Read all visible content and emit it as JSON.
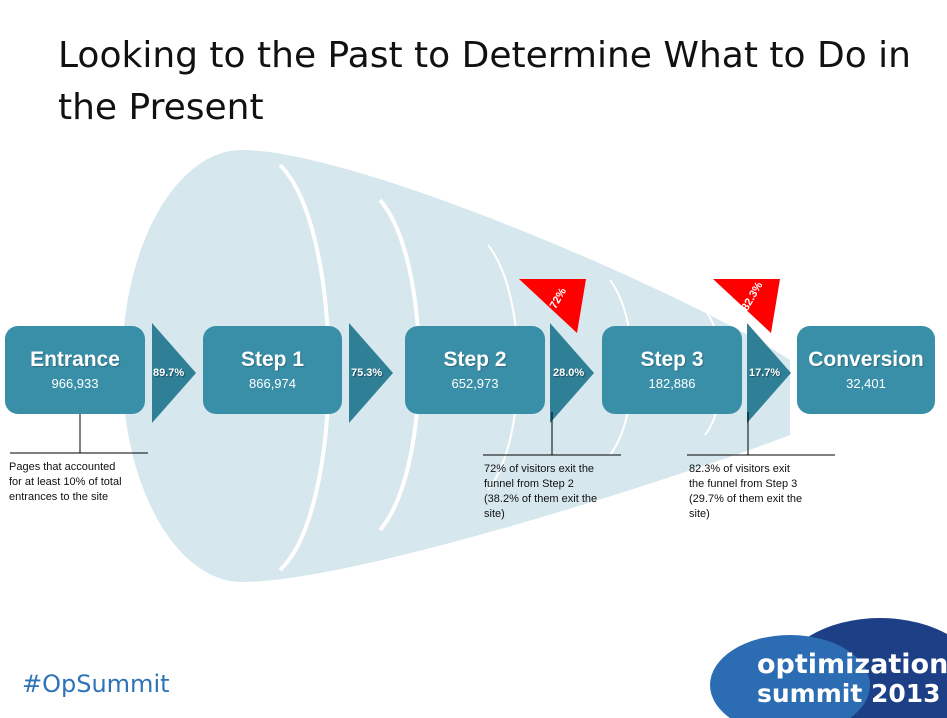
{
  "slide": {
    "title": "Looking to the Past to Determine What to Do in the Present",
    "hashtag": "#OpSummit",
    "logo_line1": "optimization",
    "logo_line2": "summit 2013"
  },
  "colors": {
    "box": "#3a8fa8",
    "arrow": "#2f7f96",
    "funnel": "#d6e8ee",
    "flag": "#ff0000",
    "hashtag": "#2e73b8",
    "logo_dark": "#1d3f86",
    "logo_light": "#2b6cb2"
  },
  "funnel": {
    "stages": [
      {
        "name": "Entrance",
        "value": "966,933"
      },
      {
        "name": "Step 1",
        "value": "866,974"
      },
      {
        "name": "Step 2",
        "value": "652,973"
      },
      {
        "name": "Step 3",
        "value": "182,886"
      },
      {
        "name": "Conversion",
        "value": "32,401"
      }
    ],
    "rates": [
      "89.7%",
      "75.3%",
      "28.0%",
      "17.7%"
    ],
    "flags": [
      "72%",
      "82.3%"
    ]
  },
  "notes": {
    "entrance": [
      "Pages that accounted",
      "for at least 10% of total",
      "entrances to the site"
    ],
    "step2": [
      "72% of visitors exit the",
      "funnel from Step 2",
      "(38.2% of them exit the",
      "site)"
    ],
    "step3": [
      "82.3% of visitors exit",
      "the funnel from Step 3",
      "(29.7% of them exit the",
      "site)"
    ]
  }
}
